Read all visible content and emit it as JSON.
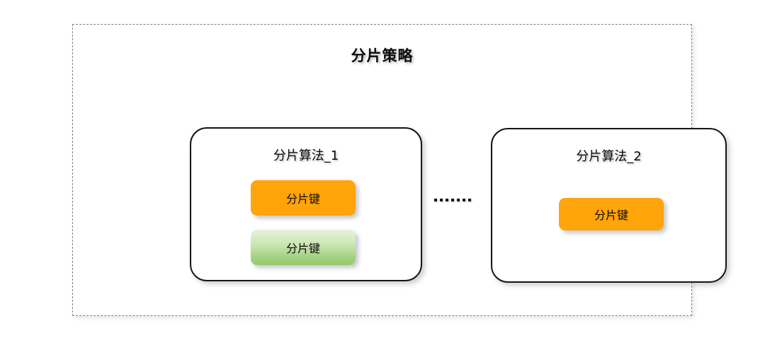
{
  "diagram": {
    "title": "分片策略",
    "background_color": "#ffffff",
    "container": {
      "border_style": "dashed",
      "border_color": "#7d8390"
    },
    "ellipsis": {
      "text": ".......",
      "dot_count": 7,
      "dot_color": "#15161a"
    },
    "groups": [
      {
        "name": "sharding-algorithm-1",
        "label": "分片算法_1",
        "keys": [
          {
            "label": "分片键",
            "color": "#ffa40a",
            "style": "orange"
          },
          {
            "label": "分片键",
            "color": "#a6d385",
            "style": "green"
          }
        ]
      },
      {
        "name": "sharding-algorithm-2",
        "label": "分片算法_2",
        "keys": [
          {
            "label": "分片键",
            "color": "#ffa40a",
            "style": "orange"
          }
        ]
      }
    ]
  }
}
